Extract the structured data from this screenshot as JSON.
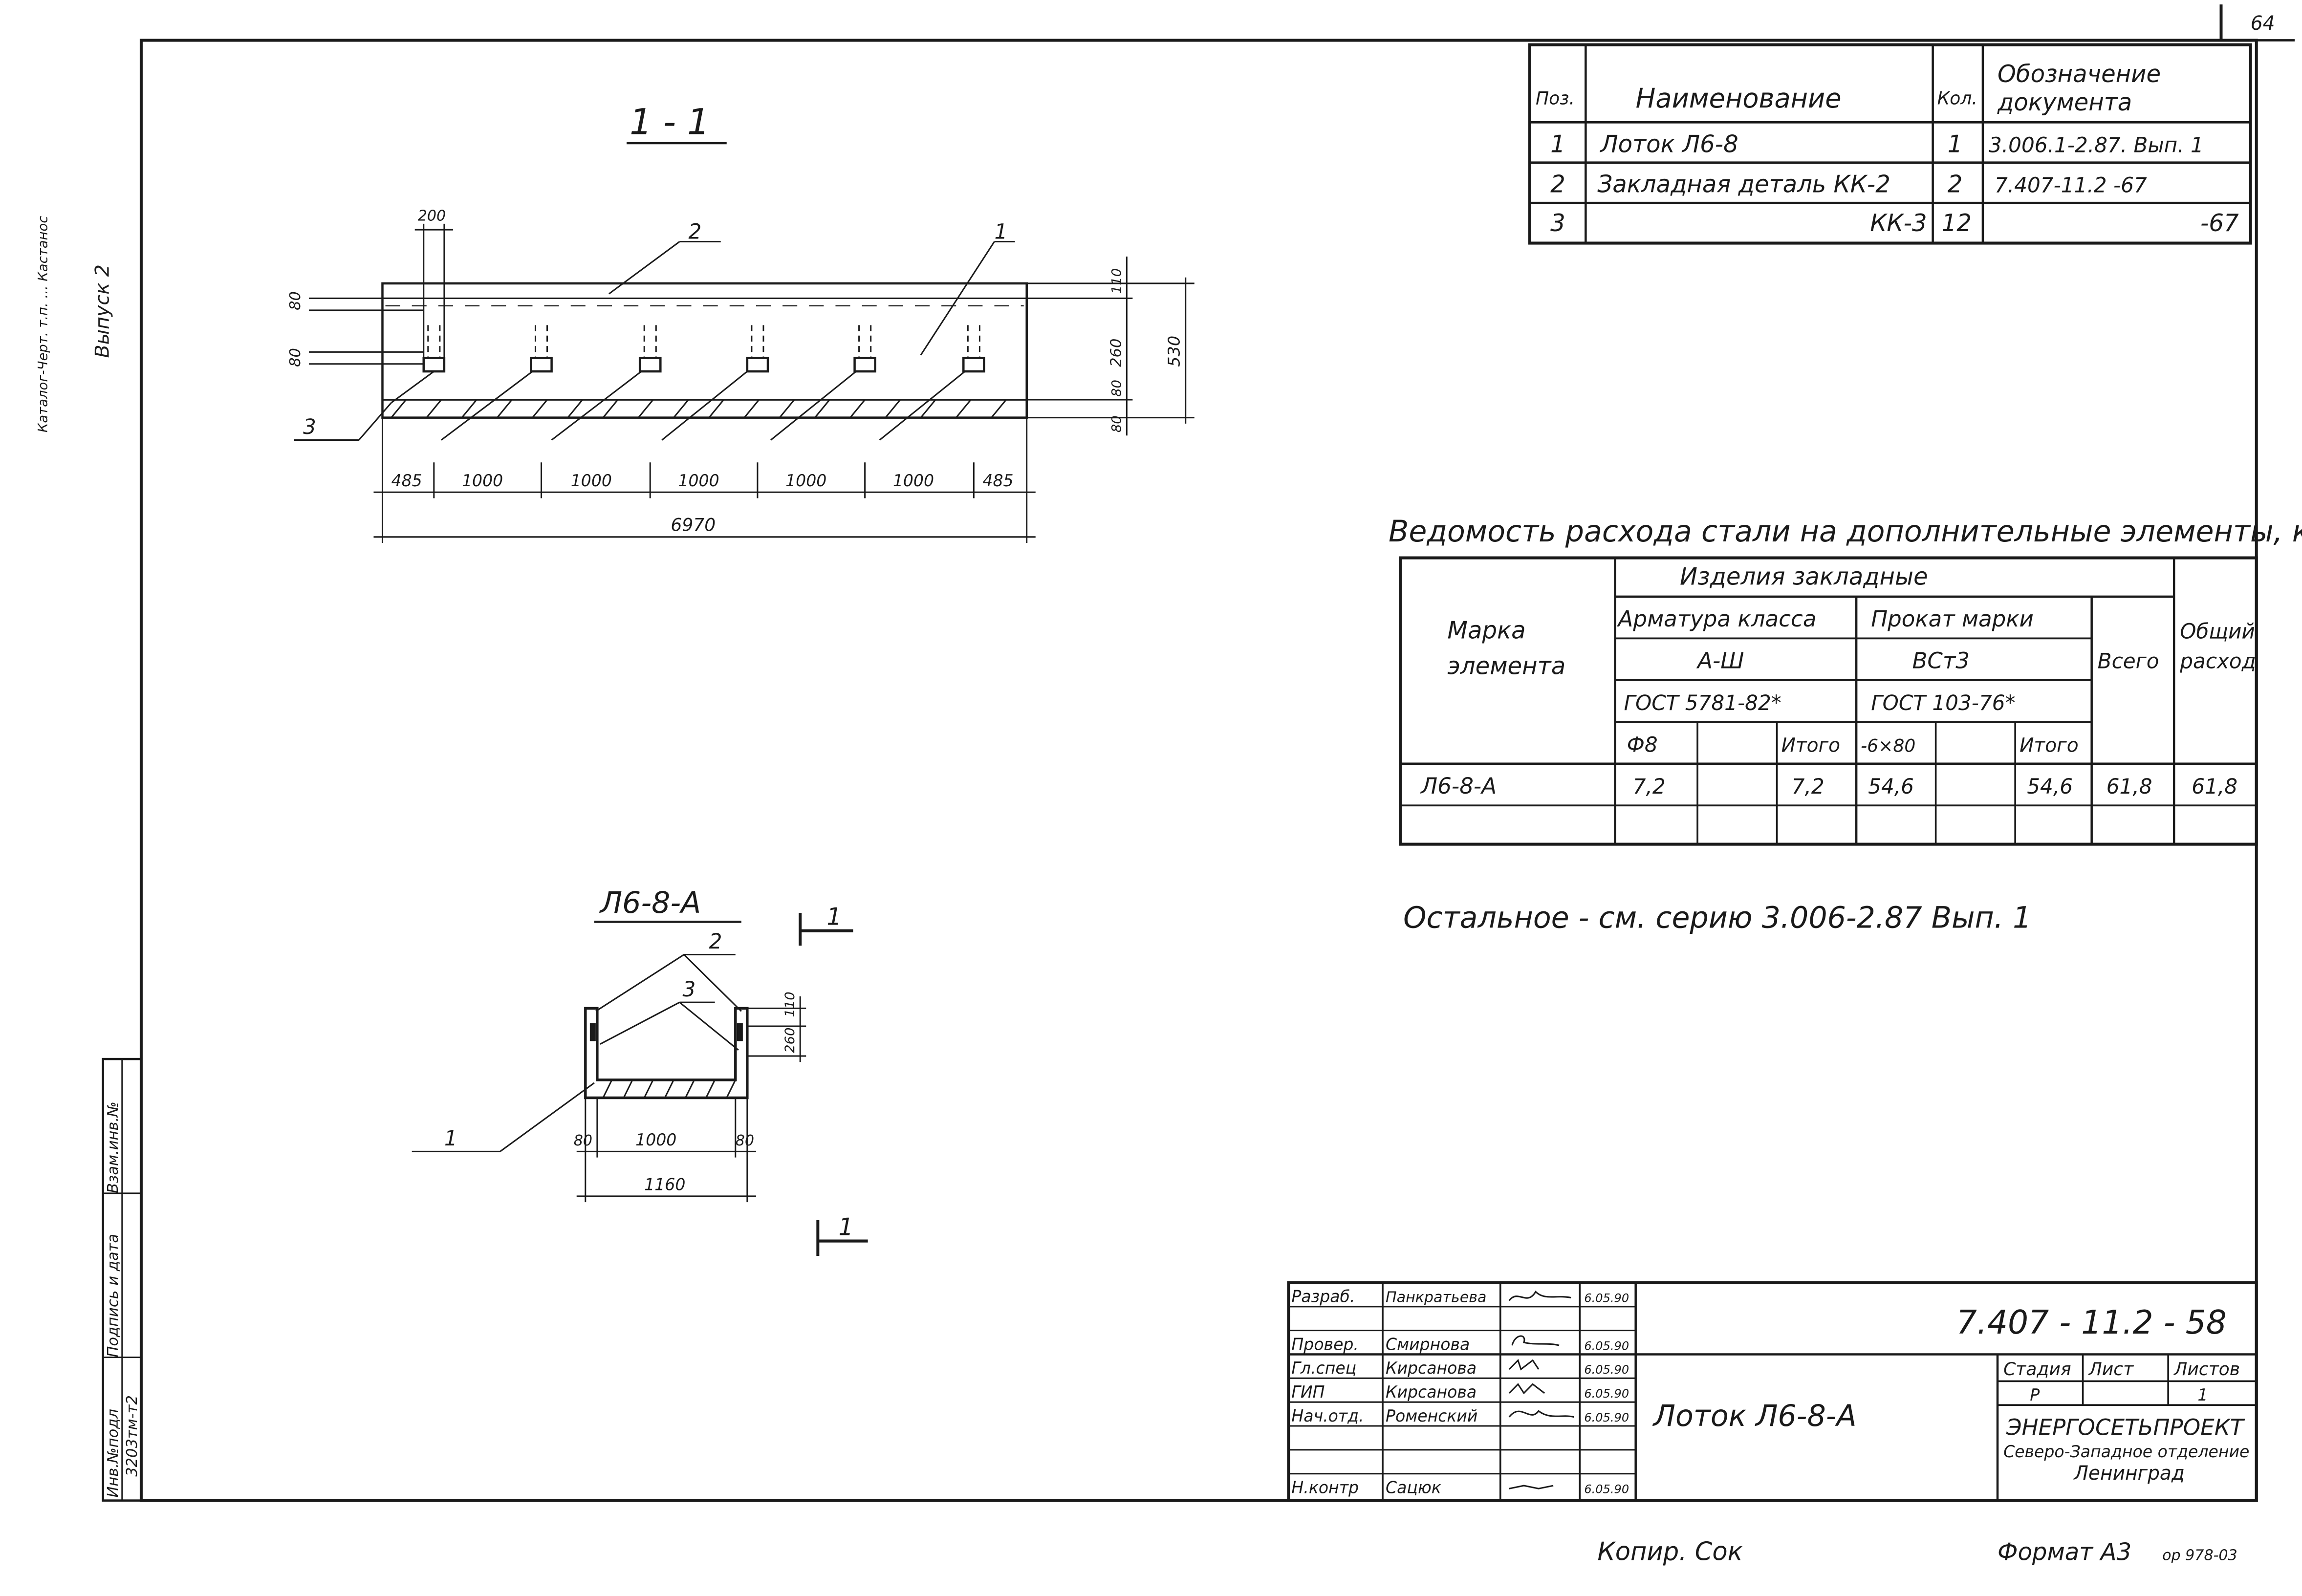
{
  "sheet_number": "64",
  "side_stamp": {
    "vertical_note": "Каталог-Черт. т.п. ... Кастанос",
    "issue": "Выпуск 2",
    "inv_podl": "Инв.№подл",
    "sign_date": "Подпись и дата",
    "vzam_inv": "Взам.инв.№",
    "code": "3203тм-т2"
  },
  "section_top": {
    "label": "1 - 1",
    "dims_bottom": [
      "485",
      "1000",
      "1000",
      "1000",
      "1000",
      "1000",
      "485"
    ],
    "dim_total": "6970",
    "dim_top": "200",
    "dim_left_top": "80",
    "dim_left_mid": "80",
    "dims_right": [
      "110",
      "260",
      "80",
      "80"
    ],
    "dim_right_total": "530",
    "pos_2": "2",
    "pos_1": "1",
    "pos_3": "3"
  },
  "section_cross": {
    "label": "Л6-8-А",
    "pos_2": "2",
    "pos_3": "3",
    "pos_1": "1",
    "dim_bottom_left": "80",
    "dim_bottom_mid": "1000",
    "dim_bottom_right": "80",
    "dim_total": "1160",
    "dim_right": "260",
    "dim_right_top": "110",
    "cut_mark": "1"
  },
  "spec_table": {
    "headers": {
      "pos": "Поз.",
      "name": "Наименование",
      "qty": "Кол.",
      "doc": "Обозначение документа"
    },
    "rows": [
      {
        "pos": "1",
        "name": "Лоток Л6-8",
        "qty": "1",
        "doc": "3.006.1-2.87. Вып. 1"
      },
      {
        "pos": "2",
        "name": "Закладная деталь КК-2",
        "qty": "2",
        "doc": "7.407-11.2 -67"
      },
      {
        "pos": "3",
        "name": "КК-3",
        "qty": "12",
        "doc": "-67"
      }
    ]
  },
  "steel_table": {
    "title": "Ведомость расхода стали на дополнительные элементы, кг",
    "h_mark": "Марка элемента",
    "h_items": "Изделия закладные",
    "h_rebar": "Арматура класса",
    "h_rebar_class": "А-Ш",
    "h_rebar_gost": "ГОСТ 5781-82*",
    "h_rolled": "Прокат марки",
    "h_rolled_grade": "ВСт3",
    "h_rolled_gost": "ГОСТ 103-76*",
    "h_phi8": "Ф8",
    "h_total1": "Итого",
    "h_plate": "-6×80",
    "h_total2": "Итого",
    "h_all": "Всего",
    "h_general": "Общий расход",
    "row": {
      "mark": "Л6-8-А",
      "phi8": "7,2",
      "total1": "7,2",
      "plate": "54,6",
      "total2": "54,6",
      "all": "61,8",
      "general": "61,8"
    }
  },
  "note": "Остальное - см. серию 3.006-2.87 Вып. 1",
  "title_block": {
    "roles": [
      {
        "role": "Разраб.",
        "name": "Панкратьева",
        "date": "6.05.90"
      },
      {
        "role": "Провер.",
        "name": "Смирнова",
        "date": "6.05.90"
      },
      {
        "role": "Гл.спец",
        "name": "Кирсанова",
        "date": "6.05.90"
      },
      {
        "role": "ГИП",
        "name": "Кирсанова",
        "date": "6.05.90"
      },
      {
        "role": "Нач.отд.",
        "name": "Роменский",
        "date": "6.05.90"
      },
      {
        "role": "Н.контр",
        "name": "Сацюк",
        "date": "6.05.90"
      }
    ],
    "doc_code": "7.407 - 11.2 - 58",
    "drawing_title": "Лоток Л6-8-А",
    "stage_label": "Стадия",
    "sheet_label": "Лист",
    "sheets_label": "Листов",
    "stage": "Р",
    "sheets": "1",
    "org_name": "ЭНЕРГОСЕТЬПРОЕКТ",
    "org_dept": "Северо-Западное отделение",
    "org_city": "Ленинград"
  },
  "footer": {
    "copied": "Копир. Сок",
    "format": "Формат А3",
    "code": "ор 978-03"
  }
}
